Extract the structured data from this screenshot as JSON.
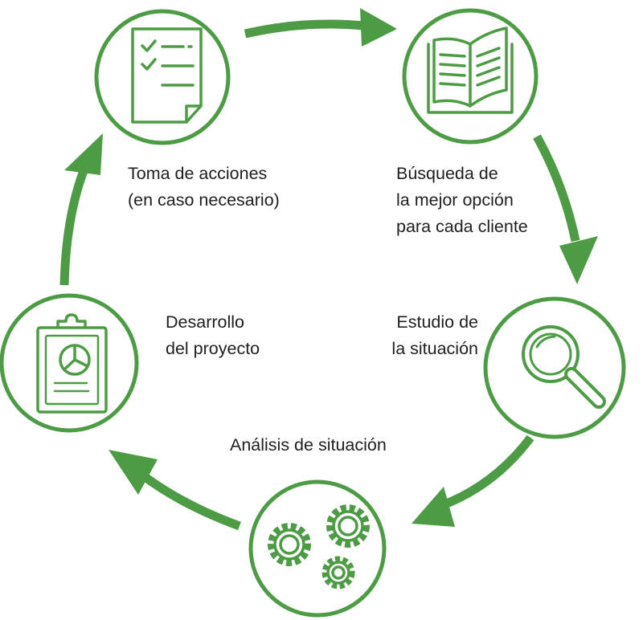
{
  "colors": {
    "accent": "#4d9c45",
    "text": "#1f1f1f",
    "background": "#ffffff"
  },
  "steps": [
    {
      "label": "Toma de acciones\n(en caso necesario)",
      "icon": "checklist-document-icon"
    },
    {
      "label": "Búsqueda de\nla mejor opción\npara cada cliente",
      "icon": "open-book-icon"
    },
    {
      "label": "Estudio de\nla situación",
      "icon": "magnifying-glass-icon"
    },
    {
      "label": "Análisis de situación",
      "icon": "gears-icon"
    },
    {
      "label": "Desarrollo\ndel proyecto",
      "icon": "clipboard-chart-icon"
    }
  ]
}
